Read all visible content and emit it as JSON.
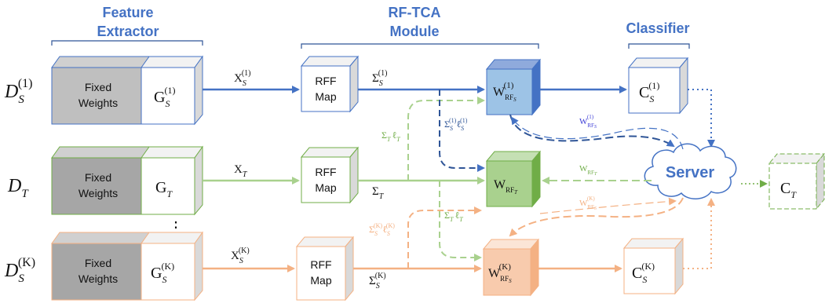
{
  "headers": {
    "feature_extractor_line1": "Feature",
    "feature_extractor_line2": "Extractor",
    "rftca_line1": "RF-TCA",
    "rftca_line2": "Module",
    "classifier": "Classifier"
  },
  "domains": {
    "source1": {
      "base": "D",
      "sub": "S",
      "sup": "(1)"
    },
    "target": {
      "base": "D",
      "sub": "T"
    },
    "sourceK": {
      "base": "D",
      "sub": "S",
      "sup": "(K)"
    }
  },
  "fixed_weights": {
    "line1": "Fixed",
    "line2": "Weights"
  },
  "rff_map": {
    "line1": "RFF",
    "line2": "Map"
  },
  "server": "Server",
  "dots": "⋮",
  "colors": {
    "blue": "#4472c4",
    "green": "#70ad47",
    "orange": "#f4b183",
    "gray": "#a6a6a6"
  },
  "rows": {
    "source1": {
      "G": {
        "base": "G",
        "sub": "S",
        "sup": "(1)"
      },
      "X": {
        "base": "X",
        "sub": "S",
        "sup": "(1)"
      },
      "Sigma": {
        "base": "Σ",
        "sub": "S",
        "sup": "(1)"
      },
      "W": {
        "base": "W",
        "sub": "RF",
        "subsub": "S",
        "sup": "(1)"
      },
      "C": {
        "base": "C",
        "sub": "S",
        "sup": "(1)"
      }
    },
    "target": {
      "G": {
        "base": "G",
        "sub": "T"
      },
      "X": {
        "base": "X",
        "sub": "T"
      },
      "Sigma": {
        "base": "Σ",
        "sub": "T"
      },
      "W": {
        "base": "W",
        "sub": "RF",
        "subsub": "T"
      },
      "C": {
        "base": "C",
        "sub": "T"
      }
    },
    "sourceK": {
      "G": {
        "base": "G",
        "sub": "S",
        "sup": "(K)"
      },
      "X": {
        "base": "X",
        "sub": "S",
        "sup": "(K)"
      },
      "Sigma": {
        "base": "Σ",
        "sub": "S",
        "sup": "(K)"
      },
      "W": {
        "base": "W",
        "sub": "RF",
        "subsub": "S",
        "sup": "(K)"
      },
      "C": {
        "base": "C",
        "sub": "S",
        "sup": "(K)"
      }
    }
  },
  "edge_labels": {
    "sigmaT_lT": {
      "part1": "Σ",
      "sub1": "T",
      "part2": "ℓ",
      "sub2": "T"
    },
    "sigmaS1_lS1": {
      "part1": "Σ",
      "sub1": "S",
      "sup1": "(1)",
      "part2": "ℓ",
      "sub2": "S",
      "sup2": "(1)"
    },
    "sigmaSK_lSK": {
      "part1": "Σ",
      "sub1": "S",
      "sup1": "(K)",
      "part2": "ℓ",
      "sub2": "S",
      "sup2": "(K)"
    },
    "sigmaT_lT_lower": {
      "part1": "Σ",
      "sub1": "T",
      "part2": "ℓ",
      "sub2": "T"
    },
    "W_to_server_1": {
      "base": "W",
      "sub": "RF",
      "subsub": "S",
      "sup": "(1)"
    },
    "W_to_server_T": {
      "base": "W",
      "sub": "RF",
      "subsub": "T"
    },
    "W_to_server_K": {
      "base": "W",
      "sub": "RF",
      "subsub": "S",
      "sup": "(K)"
    }
  }
}
